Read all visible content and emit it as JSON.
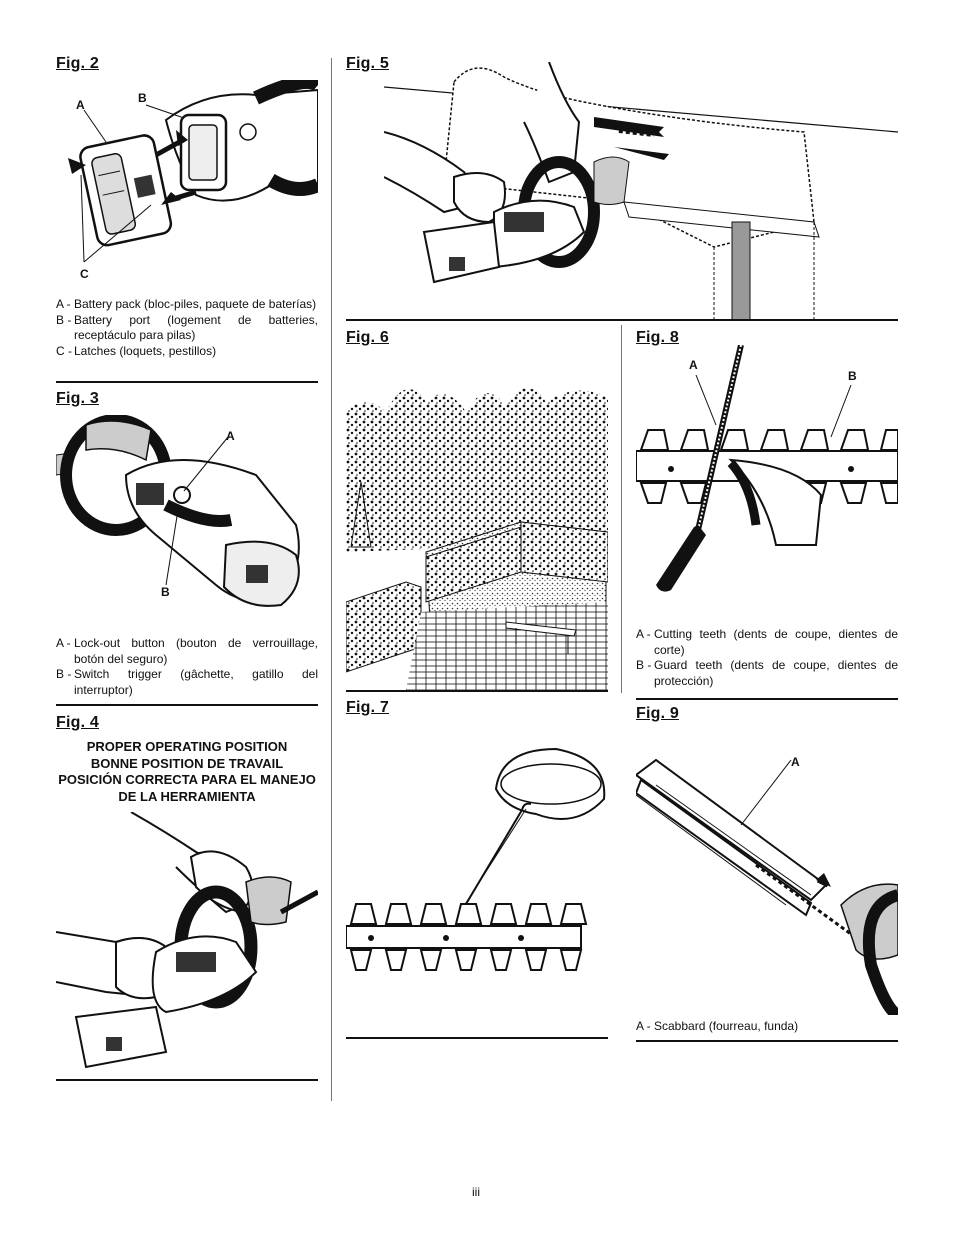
{
  "page_number": "iii",
  "fig2": {
    "title": "Fig. 2",
    "callouts": [
      "A",
      "B",
      "C"
    ],
    "legend": [
      {
        "key": "A -",
        "text": "Battery pack (bloc-piles, paquete de baterías)"
      },
      {
        "key": "B -",
        "text": "Battery port (logement de batteries, receptáculo para pilas)"
      },
      {
        "key": "C -",
        "text": "Latches (loquets, pestillos)"
      }
    ]
  },
  "fig3": {
    "title": "Fig. 3",
    "callouts": [
      "A",
      "B"
    ],
    "legend": [
      {
        "key": "A -",
        "text": "Lock-out button (bouton de verrouillage, botón del seguro)"
      },
      {
        "key": "B -",
        "text": "Switch trigger (gâchette, gatillo del interruptor)"
      }
    ]
  },
  "fig4": {
    "title": "Fig. 4",
    "heading": [
      "PROPER OPERATING POSITION",
      "BONNE POSITION DE TRAVAIL",
      "POSICIÓN CORRECTA PARA EL MANEJO",
      "DE LA HERRAMIENTA"
    ]
  },
  "fig5": {
    "title": "Fig. 5"
  },
  "fig6": {
    "title": "Fig. 6"
  },
  "fig7": {
    "title": "Fig. 7"
  },
  "fig8": {
    "title": "Fig. 8",
    "callouts": [
      "A",
      "B"
    ],
    "legend": [
      {
        "key": "A -",
        "text": "Cutting teeth (dents de coupe, dientes de corte)"
      },
      {
        "key": "B -",
        "text": "Guard teeth (dents de coupe, dientes de protección)"
      }
    ]
  },
  "fig9": {
    "title": "Fig. 9",
    "callouts": [
      "A"
    ],
    "legend": [
      {
        "key": "A -",
        "text": "Scabbard (fourreau, funda)"
      }
    ]
  },
  "icons": {
    "battery": "battery-pack-illustration",
    "trimmer": "hedge-trimmer-illustration",
    "hedge": "hedge-garden-illustration",
    "oil": "oil-can-illustration",
    "file": "file-tool-illustration",
    "scabbard": "scabbard-illustration"
  }
}
